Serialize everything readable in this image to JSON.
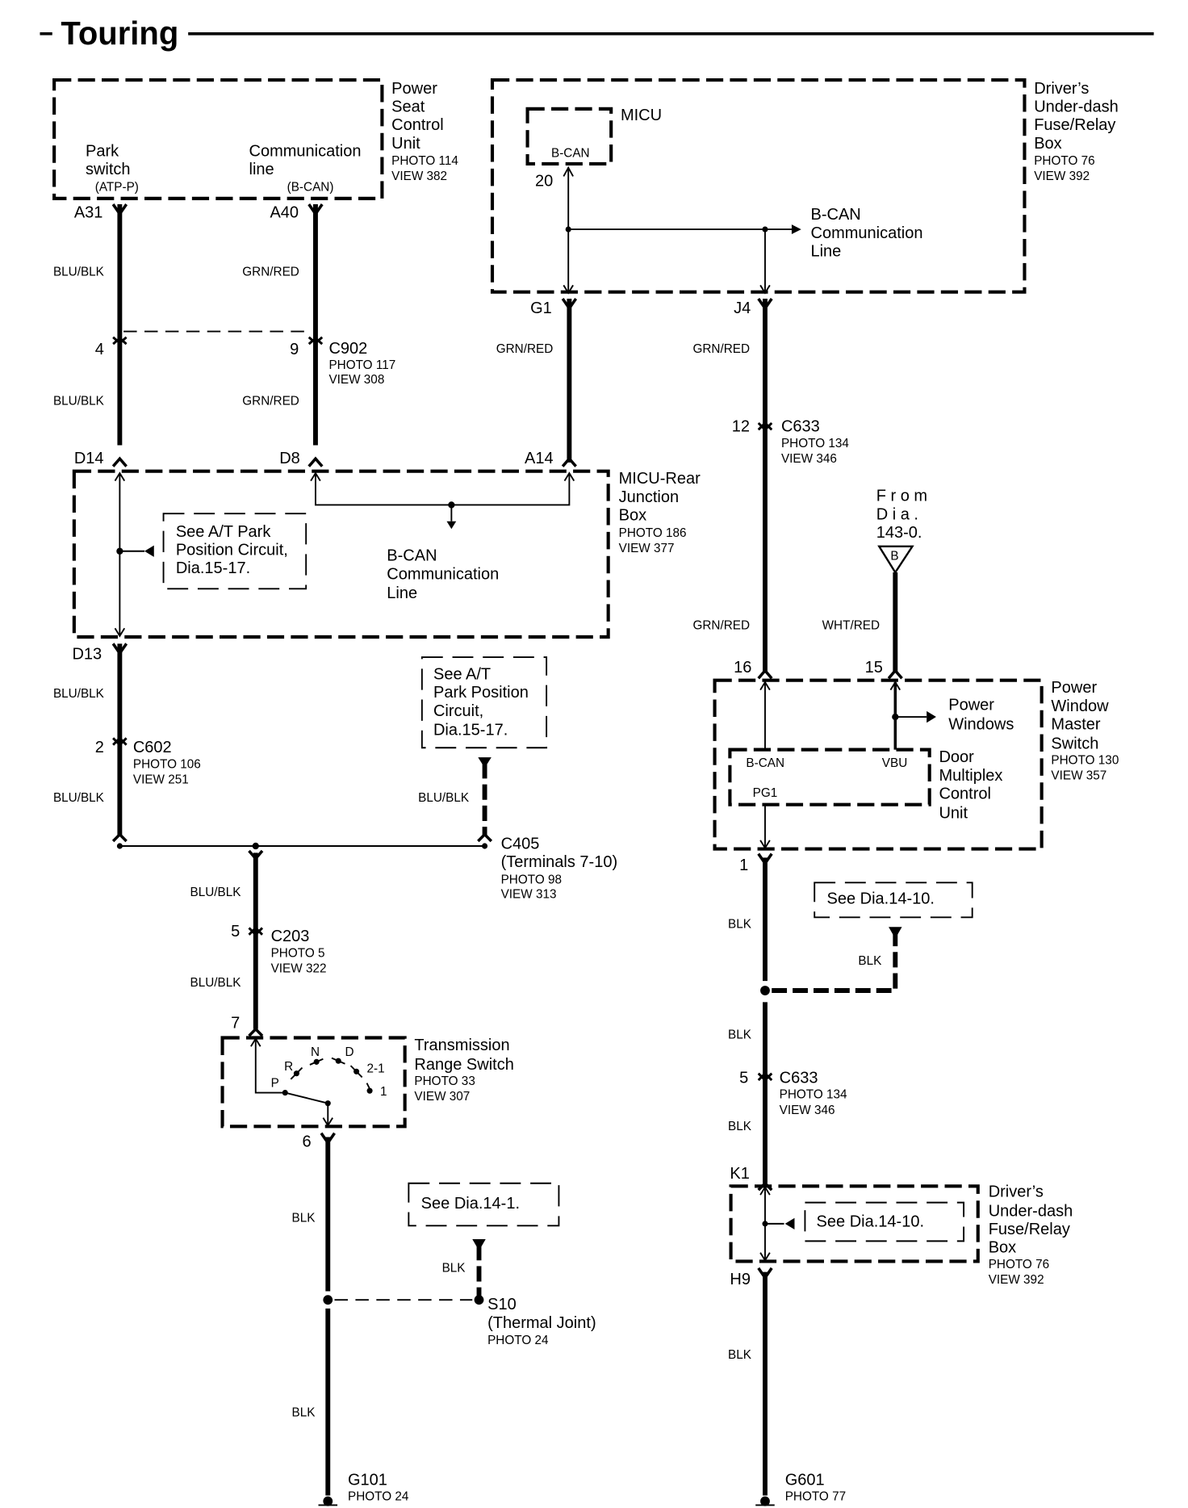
{
  "title": "Touring",
  "components": {
    "power_seat": {
      "name": [
        "Power",
        "Seat",
        "Control",
        "Unit"
      ],
      "photo": "PHOTO 114",
      "view": "VIEW 382",
      "park_switch": [
        "Park",
        "switch"
      ],
      "park_pin": "(ATP-P)",
      "comm_line": [
        "Communication",
        "line"
      ],
      "comm_pin": "(B-CAN)"
    },
    "driver_fuse_top": {
      "name": [
        "Driver’s",
        "Under-dash",
        "Fuse/Relay",
        "Box"
      ],
      "photo": "PHOTO 76",
      "view": "VIEW 392",
      "micu": "MICU",
      "micu_pin": "B-CAN",
      "micu_terminal": "20",
      "bcan": [
        "B-CAN",
        "Communication",
        "Line"
      ]
    },
    "micu_rear": {
      "name": [
        "MICU-Rear",
        "Junction",
        "Box"
      ],
      "photo": "PHOTO 186",
      "view": "VIEW 377",
      "see": [
        "See A/T Park",
        "Position Circuit,",
        "Dia.15-17."
      ],
      "bcan": [
        "B-CAN",
        "Communication",
        "Line"
      ]
    },
    "see_at": [
      "See A/T",
      "Park Position",
      "Circuit,",
      "Dia.15-17."
    ],
    "transmission": {
      "name": [
        "Transmission",
        "Range Switch"
      ],
      "photo": "PHOTO 33",
      "view": "VIEW 307",
      "positions": [
        "P",
        "R",
        "N",
        "D",
        "2-1",
        "1"
      ]
    },
    "see_14_1": "See Dia.14-1.",
    "s10": {
      "name": "S10",
      "desc": "(Thermal Joint)",
      "photo": "PHOTO 24"
    },
    "g101": {
      "name": "G101",
      "photo": "PHOTO 24"
    },
    "from_dia": [
      "F r o m",
      "D i a .",
      "143-0."
    ],
    "from_tag": "B",
    "pw_master": {
      "name": [
        "Power",
        "Window",
        "Master",
        "Switch"
      ],
      "photo": "PHOTO 130",
      "view": "VIEW 357",
      "power_windows": [
        "Power",
        "Windows"
      ],
      "dmcu": [
        "Door",
        "Multiplex",
        "Control",
        "Unit"
      ],
      "bcan": "B-CAN",
      "vbu": "VBU",
      "pg1": "PG1"
    },
    "see_14_10a": "See Dia.14-10.",
    "see_14_10b": "See Dia.14-10.",
    "driver_fuse_bottom": {
      "name": [
        "Driver’s",
        "Under-dash",
        "Fuse/Relay",
        "Box"
      ],
      "photo": "PHOTO 76",
      "view": "VIEW 392"
    },
    "g601": {
      "name": "G601",
      "photo": "PHOTO 77"
    }
  },
  "connectors": {
    "c902": {
      "name": "C902",
      "photo": "PHOTO 117",
      "view": "VIEW 308"
    },
    "c633a": {
      "name": "C633",
      "photo": "PHOTO 134",
      "view": "VIEW 346"
    },
    "c602": {
      "name": "C602",
      "photo": "PHOTO 106",
      "view": "VIEW 251"
    },
    "c405": {
      "name": "C405",
      "desc": "(Terminals 7-10)",
      "photo": "PHOTO 98",
      "view": "VIEW 313"
    },
    "c203": {
      "name": "C203",
      "photo": "PHOTO 5",
      "view": "VIEW 322"
    },
    "c633b": {
      "name": "C633",
      "photo": "PHOTO 134",
      "view": "VIEW 346"
    }
  },
  "pins": {
    "a31": "A31",
    "a40": "A40",
    "p4": "4",
    "p9": "9",
    "d14": "D14",
    "d8": "D8",
    "a14": "A14",
    "g1": "G1",
    "j4": "J4",
    "p12": "12",
    "d13": "D13",
    "p2": "2",
    "p5a": "5",
    "p7": "7",
    "p6": "6",
    "p16": "16",
    "p15": "15",
    "p1": "1",
    "p5b": "5",
    "k1": "K1",
    "h9": "H9"
  },
  "wires": {
    "blu_blk": "BLU/BLK",
    "grn_red": "GRN/RED",
    "wht_red": "WHT/RED",
    "blk": "BLK"
  }
}
